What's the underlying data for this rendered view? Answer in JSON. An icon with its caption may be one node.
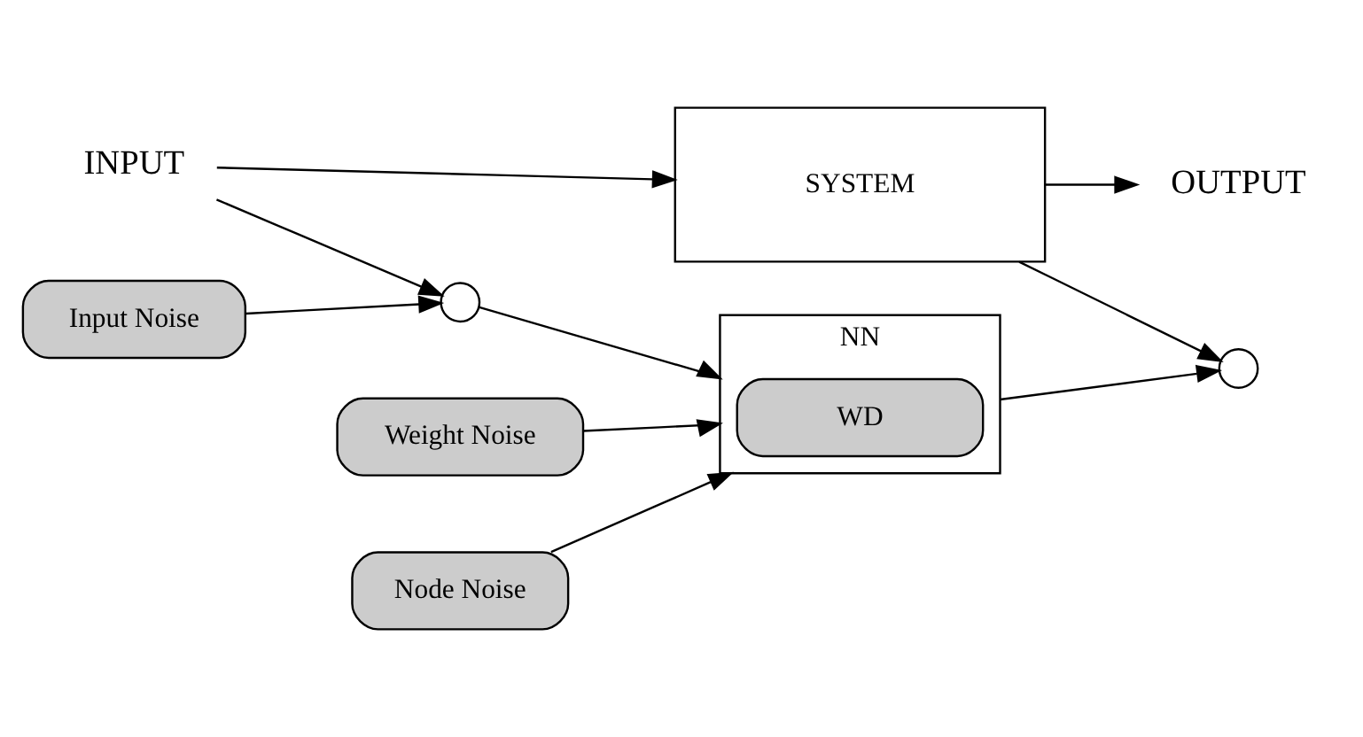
{
  "diagram": {
    "nodes": [
      {
        "text": [
          "INPUT"
        ]
      },
      {
        "text": [
          "SYSTEM"
        ]
      },
      {
        "text": [
          "OUTPUT"
        ]
      },
      {
        "text": [
          "Weight Noise"
        ]
      },
      {
        "text": [
          "Node Noise"
        ]
      },
      {
        "text": [
          "Input Noise"
        ]
      },
      {
        "text": [],
        "shape": "circle"
      },
      {
        "text": [
          "NN"
        ]
      },
      {
        "text": [
          "WD"
        ],
        "in": 7
      },
      {
        "text": [],
        "shape": "circle"
      }
    ],
    "edges": [
      {
        "from": 0,
        "to": 1,
        "arrow": "to"
      },
      {
        "from": 1,
        "to": 2,
        "arrow": "to"
      },
      {
        "from": 0,
        "to": 6,
        "arrow": "to"
      },
      {
        "from": 5,
        "to": 6,
        "arrow": "to"
      },
      {
        "from": 6,
        "to": 7,
        "arrow": "to"
      },
      {
        "from": 3,
        "to": 7,
        "arrow": "to"
      },
      {
        "from": 4,
        "to": 7,
        "arrow": "to"
      },
      {
        "from": 7,
        "to": 9,
        "arrow": "to"
      },
      {
        "from": 1,
        "to": 9,
        "arrow": "to"
      }
    ]
  }
}
